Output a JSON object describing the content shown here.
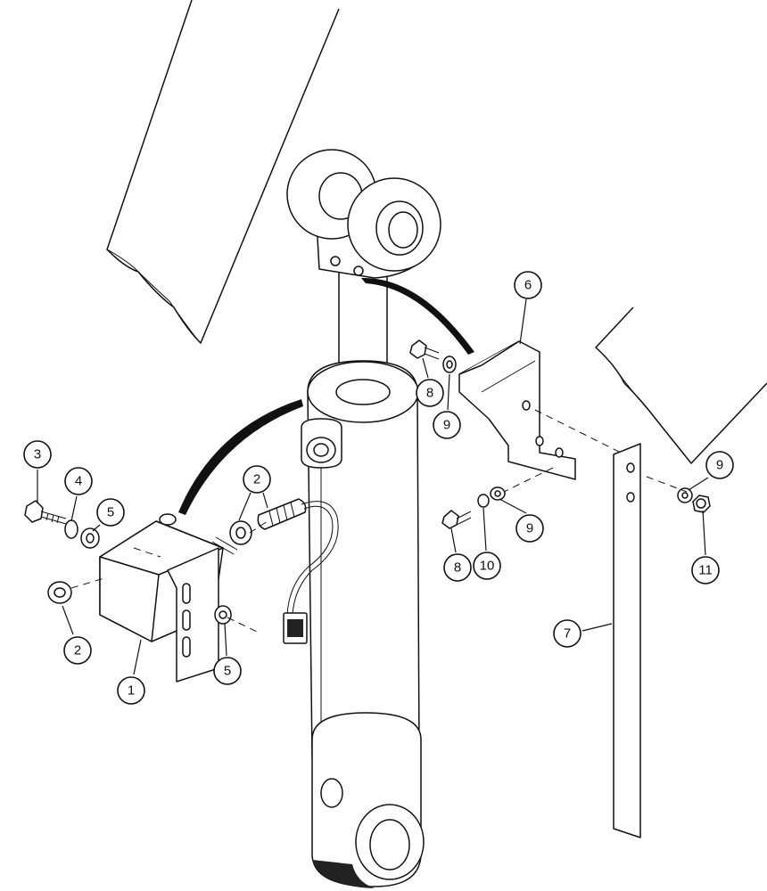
{
  "callouts": [
    {
      "id": "c1",
      "label": "1"
    },
    {
      "id": "c2a",
      "label": "2"
    },
    {
      "id": "c2b",
      "label": "2"
    },
    {
      "id": "c3",
      "label": "3"
    },
    {
      "id": "c4",
      "label": "4"
    },
    {
      "id": "c5a",
      "label": "5"
    },
    {
      "id": "c5b",
      "label": "5"
    },
    {
      "id": "c6",
      "label": "6"
    },
    {
      "id": "c7",
      "label": "7"
    },
    {
      "id": "c8a",
      "label": "8"
    },
    {
      "id": "c8b",
      "label": "8"
    },
    {
      "id": "c9a",
      "label": "9"
    },
    {
      "id": "c9b",
      "label": "9"
    },
    {
      "id": "c9c",
      "label": "9"
    },
    {
      "id": "c10",
      "label": "10"
    },
    {
      "id": "c11",
      "label": "11"
    }
  ]
}
